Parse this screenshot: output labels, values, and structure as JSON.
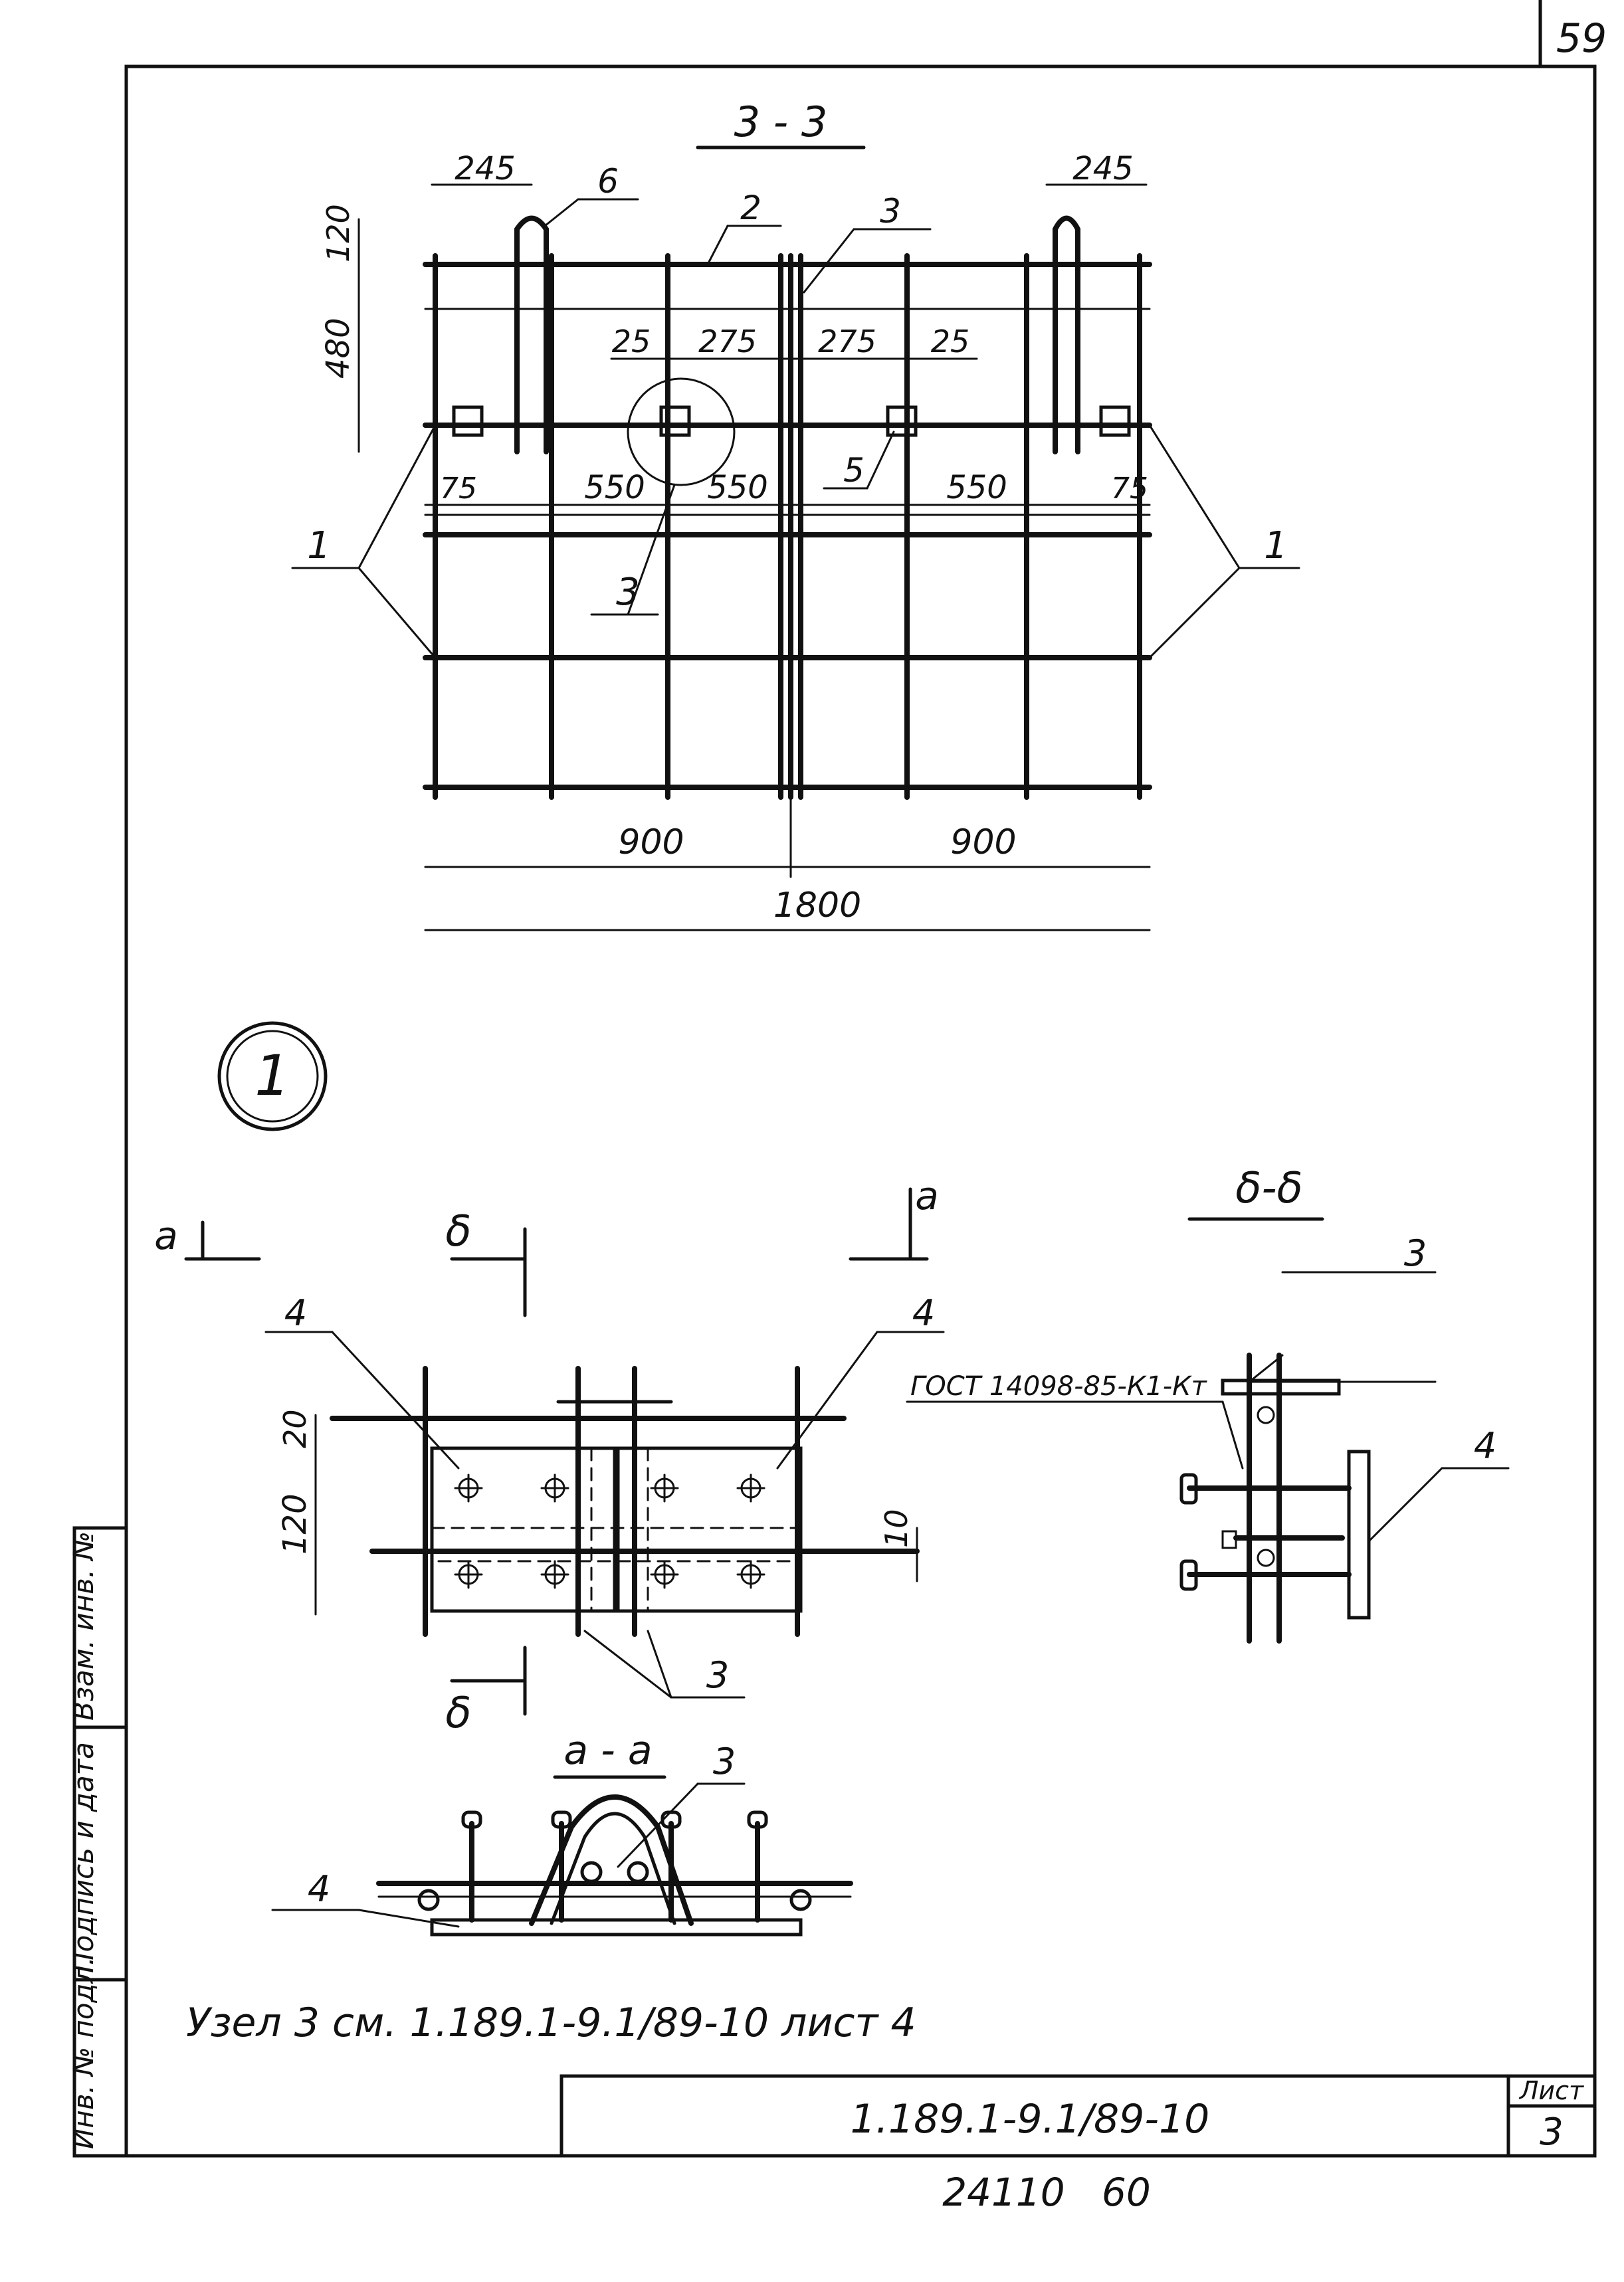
{
  "page_number": "59",
  "footer_number": "24110   60",
  "main_section": {
    "title": "3 - 3"
  },
  "dims": {
    "d245": "245",
    "d120": "120",
    "d480": "480",
    "d25": "25",
    "d275": "275",
    "d75": "75",
    "d550": "550",
    "d900": "900",
    "d1800": "1800",
    "d20": "20",
    "d10": "10"
  },
  "callouts": {
    "c1": "1",
    "c2": "2",
    "c3": "3",
    "c4": "4",
    "c5": "5",
    "c6": "6"
  },
  "node_marker": "1",
  "node_view": {
    "cut_a": "a",
    "cut_b": "δ"
  },
  "section_bb": {
    "title": "δ-δ",
    "gost": "ГОСТ 14098-85-К1-Кт"
  },
  "section_aa": {
    "title": "a - a"
  },
  "note": "Узел 3 см. 1.189.1-9.1/89-10 лист 4",
  "title_block": {
    "doc_code": "1.189.1-9.1/89-10",
    "sheet_label": "Лист",
    "sheet_number": "3"
  },
  "side_stamp": {
    "inv_no": "Инв. № подл.",
    "sign_date": "Подпись и дата",
    "vzam_inv": "Взам. инв. №"
  }
}
